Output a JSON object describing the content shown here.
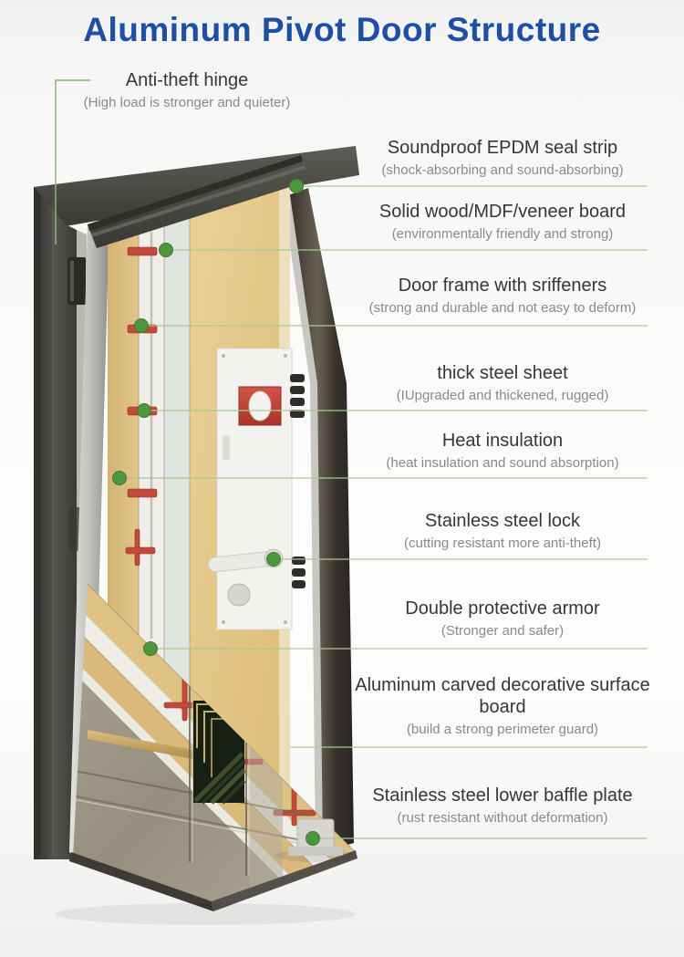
{
  "header": {
    "title": "Aluminum Pivot Door Structure"
  },
  "colors": {
    "title_blue": "#1d4fa6",
    "accent_green": "#4e9540",
    "leader_line_green": "#a6c993",
    "callout_title_text": "#363636",
    "callout_subtitle_text": "#8a8a8a"
  },
  "markers": {
    "dot_icon": "green-circle-marker",
    "leader_line": "thin-green-line"
  },
  "diagram": {
    "subject": "aluminum pivot door cutaway illustration",
    "parts_shown": [
      "door frame",
      "hinge",
      "layer cross-section",
      "lock mechanism",
      "steel surface board",
      "floor pivot"
    ]
  },
  "callouts": {
    "left": {
      "title": "Anti-theft hinge",
      "subtitle": "(High load is stronger and quieter)"
    },
    "right": [
      {
        "title": "Soundproof EPDM seal strip",
        "subtitle": "(shock-absorbing and sound-absorbing)"
      },
      {
        "title": "Solid wood/MDF/veneer board",
        "subtitle": "(environmentally friendly and strong)"
      },
      {
        "title": "Door frame with sriffeners",
        "subtitle": "(strong and durable and not easy to deform)"
      },
      {
        "title": "thick steel sheet",
        "subtitle": "(IUpgraded and thickened, rugged)"
      },
      {
        "title": "Heat insulation",
        "subtitle": "(heat insulation and sound absorption)"
      },
      {
        "title": "Stainless steel lock",
        "subtitle": "(cutting resistant more anti-theft)"
      },
      {
        "title": "Double protective armor",
        "subtitle": "(Stronger and safer)"
      },
      {
        "title": "Aluminum carved decorative surface board",
        "subtitle": "(build a strong perimeter guard)"
      },
      {
        "title": "Stainless steel lower baffle plate",
        "subtitle": "(rust resistant without deformation)"
      }
    ]
  }
}
